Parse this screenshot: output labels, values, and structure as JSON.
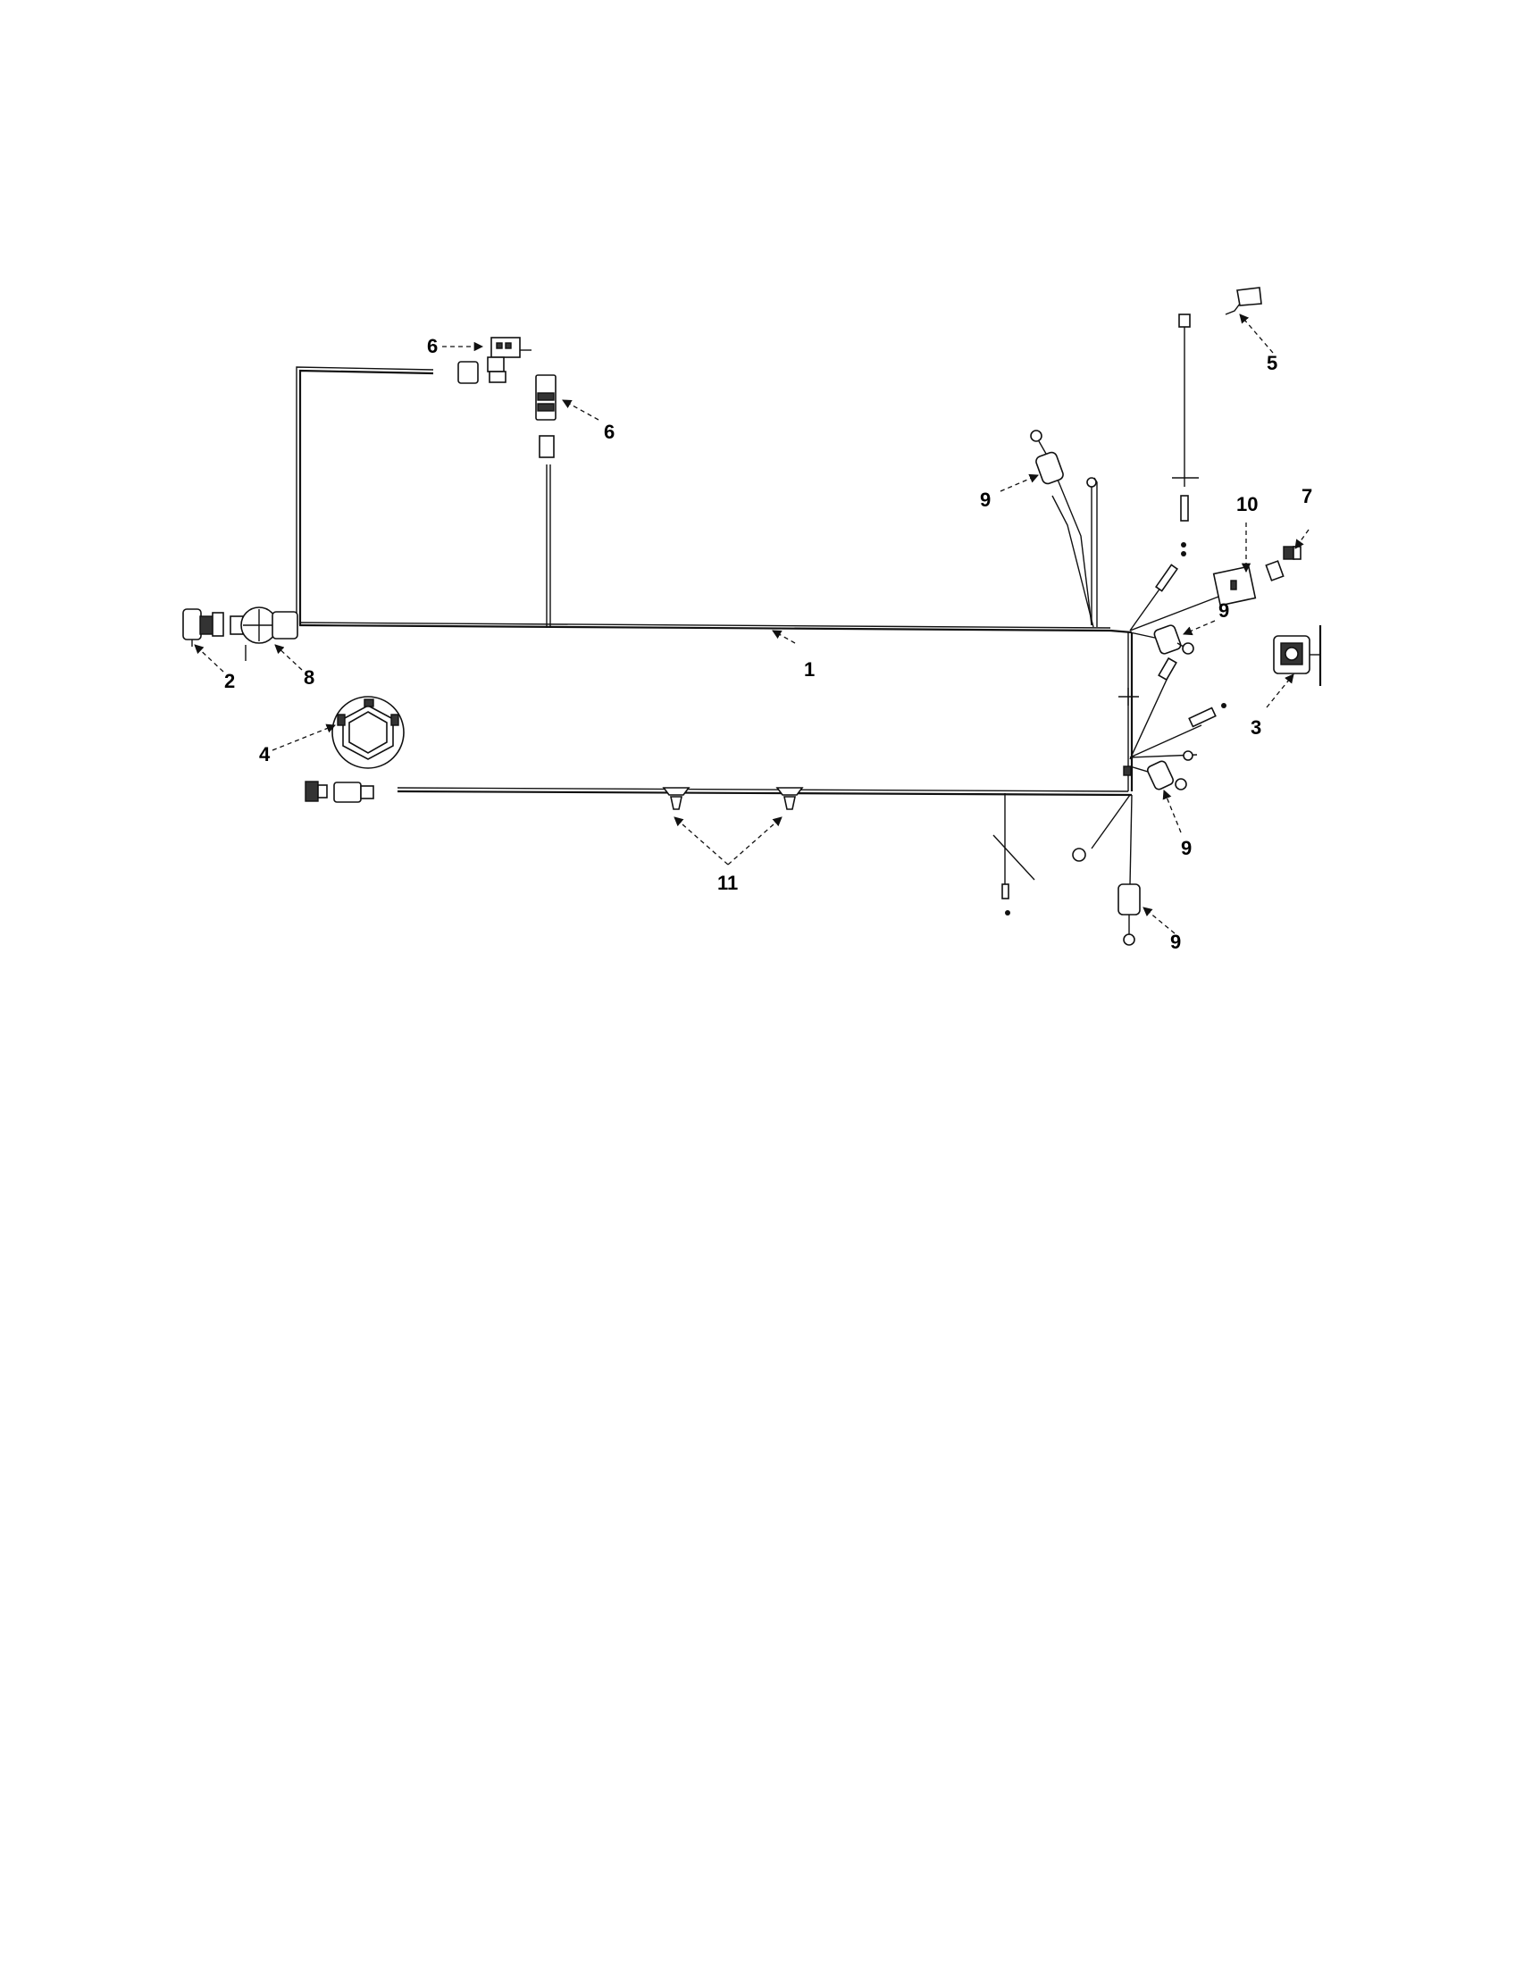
{
  "diagram": {
    "callouts": [
      {
        "id": "1",
        "label": "1"
      },
      {
        "id": "2",
        "label": "2"
      },
      {
        "id": "3",
        "label": "3"
      },
      {
        "id": "4",
        "label": "4"
      },
      {
        "id": "5",
        "label": "5"
      },
      {
        "id": "6a",
        "label": "6"
      },
      {
        "id": "6b",
        "label": "6"
      },
      {
        "id": "7",
        "label": "7"
      },
      {
        "id": "8",
        "label": "8"
      },
      {
        "id": "9a",
        "label": "9"
      },
      {
        "id": "9b",
        "label": "9"
      },
      {
        "id": "9c",
        "label": "9"
      },
      {
        "id": "9d",
        "label": "9"
      },
      {
        "id": "10",
        "label": "10"
      },
      {
        "id": "11",
        "label": "11"
      }
    ]
  }
}
